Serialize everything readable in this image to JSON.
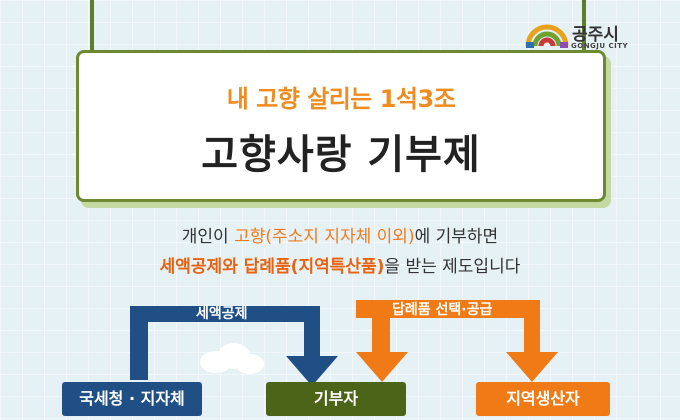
{
  "logo": {
    "name": "공주시",
    "sub": "GONGJU CITY"
  },
  "sign": {
    "subtitle": "내 고향 살리는 1석3조",
    "title": "고향사랑 기부제"
  },
  "description": {
    "line1_pre": "개인이 ",
    "line1_hl": "고향(주소지 지자체 이외)",
    "line1_post": "에 기부하면",
    "line2_hl": "세액공제와 답례품(지역특산품)",
    "line2_post": "을 받는 제도입니다"
  },
  "flow": {
    "left_arrow_label": "세액공제",
    "right_arrow_label": "답례품 선택·공급",
    "boxes": [
      "국세청 · 지자체",
      "기부자",
      "지역생산자"
    ]
  },
  "colors": {
    "navy": "#1f4f85",
    "green": "#4b6418",
    "orange": "#f07a16",
    "accent": "#f08b1f"
  }
}
